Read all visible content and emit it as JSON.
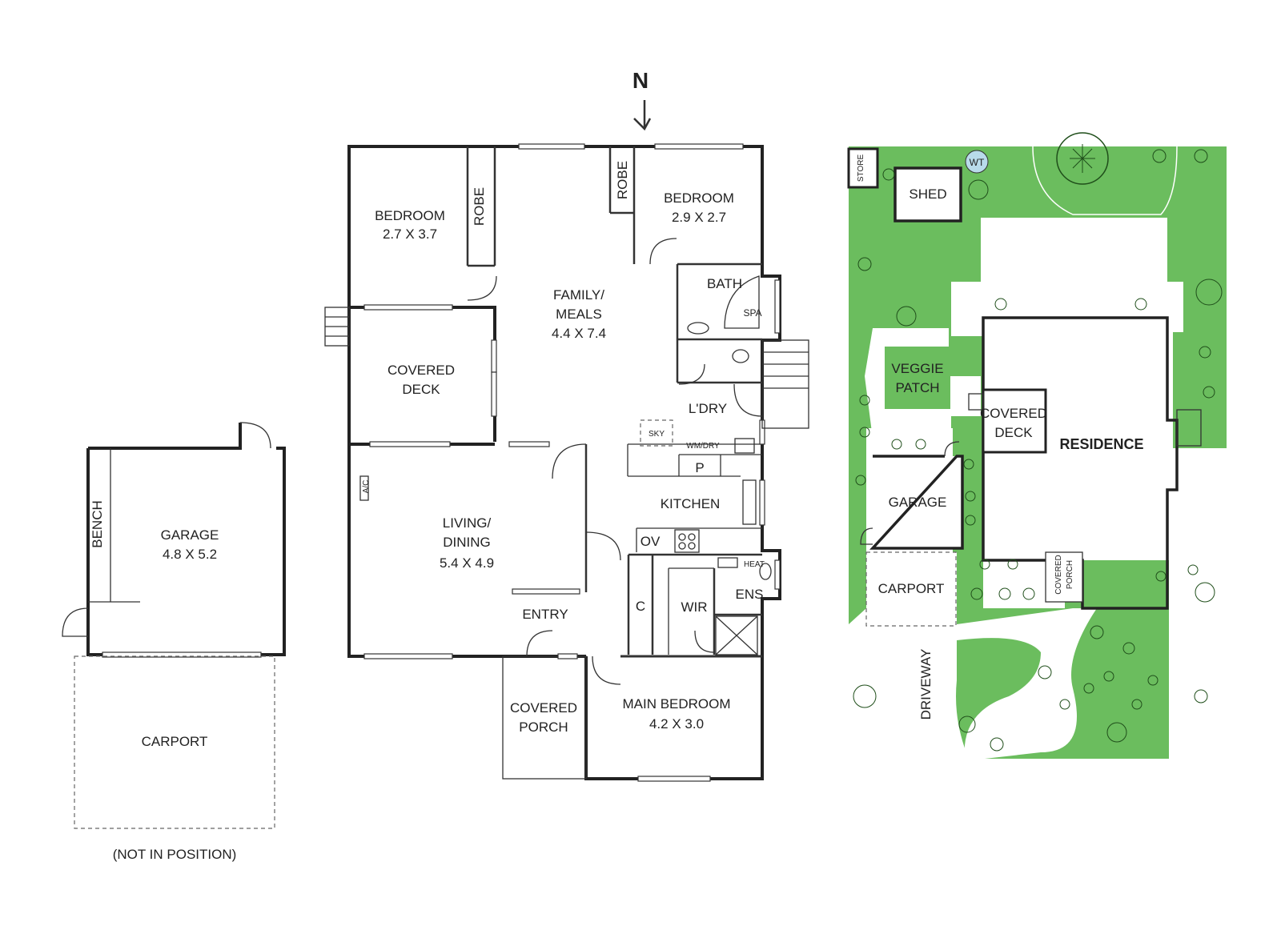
{
  "north": {
    "label": "N"
  },
  "detached": {
    "garage": {
      "name": "GARAGE",
      "size": "4.8 X 5.2"
    },
    "bench": "BENCH",
    "carport": "CARPORT",
    "note": "(NOT IN POSITION)"
  },
  "floor_plan": {
    "bedroom_1": {
      "name": "BEDROOM",
      "size": "2.7 X 3.7"
    },
    "robe_1": "ROBE",
    "robe_2": "ROBE",
    "bedroom_2": {
      "name": "BEDROOM",
      "size": "2.9 X 2.7"
    },
    "family": {
      "line1": "FAMILY/",
      "line2": "MEALS",
      "size": "4.4 X 7.4"
    },
    "bath": "BATH",
    "spa": "SPA",
    "covered_deck": {
      "line1": "COVERED",
      "line2": "DECK"
    },
    "laundry": "L'DRY",
    "sky": "SKY",
    "wm_dry": "WM/DRY",
    "pantry": "P",
    "kitchen": "KITCHEN",
    "oven": "OV",
    "ac": "A/C",
    "living": {
      "line1": "LIVING/",
      "line2": "DINING",
      "size": "5.4 X 4.9"
    },
    "entry": "ENTRY",
    "cupboard": "C",
    "wir": "WIR",
    "heat": "HEAT",
    "ens": "ENS",
    "covered_porch": {
      "line1": "COVERED",
      "line2": "PORCH"
    },
    "main_bedroom": {
      "name": "MAIN BEDROOM",
      "size": "4.2 X 3.0"
    }
  },
  "site_plan": {
    "store": "STORE",
    "wt": "WT",
    "shed": "SHED",
    "veggie": {
      "line1": "VEGGIE",
      "line2": "PATCH"
    },
    "covered_deck": {
      "line1": "COVERED",
      "line2": "DECK"
    },
    "residence": "RESIDENCE",
    "garage": "GARAGE",
    "carport": "CARPORT",
    "covered_porch": {
      "line1": "COVERED",
      "line2": "PORCH"
    },
    "driveway": "DRIVEWAY"
  },
  "colors": {
    "lawn": "#6bbd5e",
    "wall": "#222222"
  }
}
